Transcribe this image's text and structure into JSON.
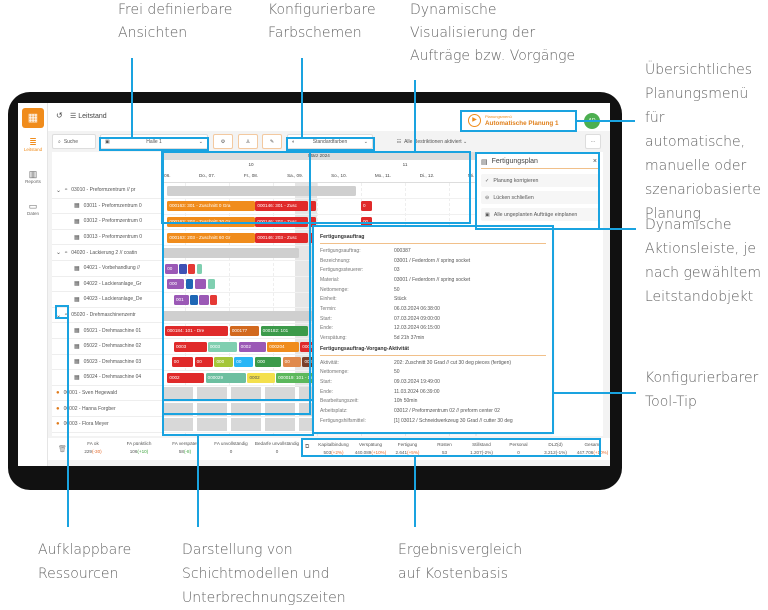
{
  "annotations": {
    "views": [
      "Frei definierbare",
      "Ansichten"
    ],
    "colors": [
      "Konfigurierbare",
      "Farbschemen"
    ],
    "visual": [
      "Dynamische",
      "Visualisierung der",
      "Aufträge bzw. Vorgänge"
    ],
    "planning": [
      "Übersichtliches",
      "Planungsmenü",
      "für automatische,",
      "manuelle oder",
      "szenariobasierte",
      "Planung"
    ],
    "actions": [
      "Dynamische",
      "Aktionsleiste, je",
      "nach gewähltem",
      "Leitstandobjekt"
    ],
    "tooltip": [
      "Konfigurierbarer",
      "Tool-Tip"
    ],
    "resources": [
      "Aufklappbare",
      "Ressourcen"
    ],
    "shifts": [
      "Darstellung von",
      "Schichtmodellen und",
      "Unterbrechnungszeiten"
    ],
    "costs": [
      "Ergebnisvergleich",
      "auf Kostenbasis"
    ]
  },
  "app": {
    "title": "Leitstand",
    "sidebar": [
      {
        "label": "Leitstand",
        "icon": "≣"
      },
      {
        "label": "Reports",
        "icon": "▥"
      },
      {
        "label": "Daten",
        "icon": "▭"
      }
    ],
    "planning_menu": {
      "caption": "Planungsmenü",
      "value": "Automatische Planung 1"
    },
    "avatar": "AD",
    "toolbar": {
      "search": "Suche",
      "view": "Halle 1",
      "color_scheme": "Standardfarben",
      "restrictions": "Alle Restriktionen aktiviert",
      "more": "···"
    },
    "calendar": {
      "month": "März 2024",
      "weeks": [
        {
          "label": "10",
          "day": 8.5
        },
        {
          "label": "11",
          "day": 12
        }
      ],
      "days": [
        {
          "label": "Mi., 06.",
          "d": 6
        },
        {
          "label": "Do., 07.",
          "d": 7
        },
        {
          "label": "Fr., 08.",
          "d": 8
        },
        {
          "label": "Sa., 09.",
          "d": 9
        },
        {
          "label": "So., 10.",
          "d": 10
        },
        {
          "label": "Mo., 11.",
          "d": 11
        },
        {
          "label": "Di., 12.",
          "d": 12
        },
        {
          "label": "Mi.",
          "d": 13
        }
      ]
    },
    "resources": [
      {
        "label": "03010 - Preformzentrum // pr",
        "level": 0,
        "type": "group"
      },
      {
        "label": "03011 - Preformzentrum 0",
        "level": 1,
        "type": "machine"
      },
      {
        "label": "03012 - Preformzentrum 0",
        "level": 1,
        "type": "machine"
      },
      {
        "label": "03013 - Preformzentrum 0",
        "level": 1,
        "type": "machine"
      },
      {
        "label": "04020 - Lackierung 2 // coatin",
        "level": 0,
        "type": "group"
      },
      {
        "label": "04021 - Vorbehandlung //",
        "level": 1,
        "type": "machine"
      },
      {
        "label": "04022 - Lackieranlage_Gr",
        "level": 1,
        "type": "machine"
      },
      {
        "label": "04023 - Lackieranlage_De",
        "level": 1,
        "type": "machine"
      },
      {
        "label": "05020 - Drehmaschinenzentr",
        "level": 0,
        "type": "group"
      },
      {
        "label": "05021 - Drehmaschine 01",
        "level": 1,
        "type": "machine"
      },
      {
        "label": "05022 - Drehmaschine 02",
        "level": 1,
        "type": "machine"
      },
      {
        "label": "05023 - Drehmaschine 03",
        "level": 1,
        "type": "machine"
      },
      {
        "label": "05024 - Drehmaschine 04",
        "level": 1,
        "type": "machine"
      },
      {
        "label": "00001 - Sven Hegewald",
        "level": 0,
        "type": "person"
      },
      {
        "label": "00002 - Hanna Forgber",
        "level": 0,
        "type": "person"
      },
      {
        "label": "00003 - Flora Meyer",
        "level": 0,
        "type": "person"
      }
    ],
    "bars": [
      {
        "row": 0,
        "start": 6.6,
        "end": 10.9,
        "label": "",
        "color": "#cfcfcf"
      },
      {
        "row": 1,
        "start": 6.6,
        "end": 8.6,
        "label": "000163: 301 - Zuschnitt 0 Gra",
        "color": "#f08c1c"
      },
      {
        "row": 1,
        "start": 8.6,
        "end": 9.8,
        "label": "000146: 301 - Zusc",
        "color": "#e02a2a"
      },
      {
        "row": 1,
        "start": 9.82,
        "end": 10.0,
        "label": "",
        "color": "#e02a2a"
      },
      {
        "row": 1,
        "start": 11.0,
        "end": 11.25,
        "label": "0",
        "color": "#e02a2a"
      },
      {
        "row": 2,
        "start": 6.6,
        "end": 8.6,
        "label": "000163: 202 - Zuschnitt 30 Gr",
        "color": "#f08c1c"
      },
      {
        "row": 2,
        "start": 8.6,
        "end": 9.8,
        "label": "000146: 202 - Zusc",
        "color": "#e02a2a"
      },
      {
        "row": 2,
        "start": 9.82,
        "end": 10.0,
        "label": "",
        "color": "#e02a2a"
      },
      {
        "row": 2,
        "start": 11.0,
        "end": 11.25,
        "label": "00",
        "color": "#e02a2a"
      },
      {
        "row": 3,
        "start": 6.6,
        "end": 8.6,
        "label": "000163: 203 - Zuschnitt 60 Gr",
        "color": "#f08c1c"
      },
      {
        "row": 3,
        "start": 8.6,
        "end": 9.8,
        "label": "000146: 203 - Zusc",
        "color": "#e02a2a"
      },
      {
        "row": 3,
        "start": 9.82,
        "end": 10.0,
        "label": "",
        "color": "#e02a2a"
      },
      {
        "row": 4,
        "start": 6.4,
        "end": 9.6,
        "label": "",
        "color": "#cfcfcf"
      },
      {
        "row": 5,
        "start": 6.55,
        "end": 6.85,
        "label": "00",
        "color": "#9b59b6"
      },
      {
        "row": 5,
        "start": 6.87,
        "end": 7.05,
        "label": "",
        "color": "#3f51b5"
      },
      {
        "row": 5,
        "start": 7.07,
        "end": 7.25,
        "label": "",
        "color": "#e53935"
      },
      {
        "row": 5,
        "start": 7.27,
        "end": 7.4,
        "label": "",
        "color": "#7fcfb0"
      },
      {
        "row": 6,
        "start": 6.6,
        "end": 7.0,
        "label": "000",
        "color": "#9b59b6"
      },
      {
        "row": 6,
        "start": 7.02,
        "end": 7.2,
        "label": "",
        "color": "#1e66b5"
      },
      {
        "row": 6,
        "start": 7.22,
        "end": 7.5,
        "label": "",
        "color": "#9b59b6"
      },
      {
        "row": 6,
        "start": 7.52,
        "end": 7.7,
        "label": "",
        "color": "#7fcfb0"
      },
      {
        "row": 7,
        "start": 6.75,
        "end": 7.1,
        "label": "001",
        "color": "#9b59b6"
      },
      {
        "row": 7,
        "start": 7.12,
        "end": 7.3,
        "label": "",
        "color": "#1e66b5"
      },
      {
        "row": 7,
        "start": 7.32,
        "end": 7.55,
        "label": "",
        "color": "#9b59b6"
      },
      {
        "row": 7,
        "start": 7.57,
        "end": 7.75,
        "label": "",
        "color": "#e53935"
      },
      {
        "row": 8,
        "start": 6.4,
        "end": 10.3,
        "label": "",
        "color": "#cfcfcf"
      },
      {
        "row": 9,
        "start": 6.55,
        "end": 8.0,
        "label": "000184: 101 - Dre",
        "color": "#e02a2a"
      },
      {
        "row": 9,
        "start": 8.02,
        "end": 8.7,
        "label": "000177",
        "color": "#d2691e"
      },
      {
        "row": 9,
        "start": 8.72,
        "end": 9.8,
        "label": "000182: 101",
        "color": "#3c9a4a"
      },
      {
        "row": 10,
        "start": 6.75,
        "end": 7.5,
        "label": "0003",
        "color": "#e02a2a"
      },
      {
        "row": 10,
        "start": 7.52,
        "end": 8.2,
        "label": "0003",
        "color": "#7fcfb0"
      },
      {
        "row": 10,
        "start": 8.22,
        "end": 8.85,
        "label": "0002",
        "color": "#9b59b6"
      },
      {
        "row": 10,
        "start": 8.87,
        "end": 9.6,
        "label": "000204",
        "color": "#f08c1c"
      },
      {
        "row": 10,
        "start": 9.62,
        "end": 10.3,
        "label": "00032",
        "color": "#e02a2a"
      },
      {
        "row": 11,
        "start": 6.7,
        "end": 7.2,
        "label": "00",
        "color": "#e02a2a"
      },
      {
        "row": 11,
        "start": 7.22,
        "end": 7.65,
        "label": "00",
        "color": "#e02a2a"
      },
      {
        "row": 11,
        "start": 7.67,
        "end": 8.1,
        "label": "000",
        "color": "#a4c639"
      },
      {
        "row": 11,
        "start": 8.12,
        "end": 8.55,
        "label": "00",
        "color": "#29b6f6"
      },
      {
        "row": 11,
        "start": 8.6,
        "end": 9.2,
        "label": "000",
        "color": "#3c9a4a"
      },
      {
        "row": 11,
        "start": 9.22,
        "end": 9.65,
        "label": "00",
        "color": "#e08a4c"
      },
      {
        "row": 11,
        "start": 9.67,
        "end": 10.3,
        "label": "0002",
        "color": "#7b3f2a"
      },
      {
        "row": 12,
        "start": 6.6,
        "end": 7.45,
        "label": "0002",
        "color": "#e02a2a"
      },
      {
        "row": 12,
        "start": 7.47,
        "end": 8.4,
        "label": "000029",
        "color": "#6dbfa0"
      },
      {
        "row": 12,
        "start": 8.42,
        "end": 9.05,
        "label": "0002",
        "color": "#f4e04d"
      },
      {
        "row": 12,
        "start": 9.07,
        "end": 10.3,
        "label": "000019: 101 - Dr",
        "color": "#5cb85c"
      }
    ],
    "tooltip": {
      "sections": [
        {
          "title": "Fertigungsauftrag",
          "rows": [
            [
              "Fertigungsauftrag:",
              "000387"
            ],
            [
              "Bezeichnung:",
              "03001 / Federdorn // spring socket"
            ],
            [
              "Fertigungssteuerer:",
              "03"
            ],
            [
              "Material:",
              "03001 / Federdorn // spring socket"
            ],
            [
              "Nettomenge:",
              "50"
            ],
            [
              "Einheit:",
              "Stück"
            ],
            [
              "Termin:",
              "06.03.2024 06:38:00"
            ],
            [
              "Start:",
              "07.03.2024 09:00:00"
            ],
            [
              "Ende:",
              "12.03.2024 06:15:00"
            ],
            [
              "Verspätung:",
              "5d 21h 37min"
            ]
          ]
        },
        {
          "title": "Fertigungsauftrag-Vorgang-Aktivität",
          "rows": [
            [
              "Aktivität:",
              "202: Zuschnitt 30 Grad // cut 30 deg pieces (fertigen)"
            ],
            [
              "Nettomenge:",
              "50"
            ],
            [
              "Start:",
              "09.03.2024 19:49:00"
            ],
            [
              "Ende:",
              "11.03.2024 06:39:00"
            ],
            [
              "Bearbeitungszeit:",
              "10h 50min"
            ],
            [
              "Arbeitsplatz:",
              "03012 / Preformzentrum 02 // preform center 02"
            ],
            [
              "Fertigungshilfsmittel:",
              "[1] 03012 / Schneidwerkzeug 30 Grad // cutter 30 deg"
            ]
          ]
        }
      ]
    },
    "action_panel": {
      "title": "Fertigungsplan",
      "actions": [
        {
          "label": "Planung korrigieren",
          "icon": "✓"
        },
        {
          "label": "Lücken schließen",
          "icon": "⊖"
        },
        {
          "label": "Alle ungeplanten Aufträge einplanen",
          "icon": "▣"
        }
      ]
    },
    "kpis_left": [
      {
        "label": "FA ok",
        "value": "229",
        "delta": "(-30)",
        "trend": "up"
      },
      {
        "label": "FA pünktlich",
        "value": "106",
        "delta": "(+10)",
        "trend": "dn"
      },
      {
        "label": "FA verspätet",
        "value": "58",
        "delta": "(-8)",
        "trend": "dn"
      },
      {
        "label": "FA unvollständig",
        "value": "0",
        "delta": "",
        "trend": ""
      },
      {
        "label": "Bedarfe unvollständig",
        "value": "0",
        "delta": "",
        "trend": ""
      }
    ],
    "kpis_right": [
      {
        "label": "Kapitalbindung",
        "value": "503",
        "delta": "(+2%)",
        "trend": "up"
      },
      {
        "label": "Verspätung",
        "value": "440.089",
        "delta": "(+10%)",
        "trend": "up"
      },
      {
        "label": "Fertigung",
        "value": "2.641",
        "delta": "(+5%)",
        "trend": "up"
      },
      {
        "label": "Rüsten",
        "value": "53",
        "delta": "",
        "trend": ""
      },
      {
        "label": "Stillstand",
        "value": "1.207",
        "delta": "(-2%)",
        "trend": ""
      },
      {
        "label": "Personal",
        "value": "0",
        "delta": "",
        "trend": ""
      },
      {
        "label": "DLZ(d)",
        "value": "3.212",
        "delta": "(-1%)",
        "trend": ""
      },
      {
        "label": "Gesamt",
        "value": "447.706",
        "delta": "(+10%)",
        "trend": "up"
      }
    ]
  },
  "colors": {
    "accent": "#f08c1c",
    "annotation": "#1aa3e0",
    "avatar": "#4caf50"
  }
}
